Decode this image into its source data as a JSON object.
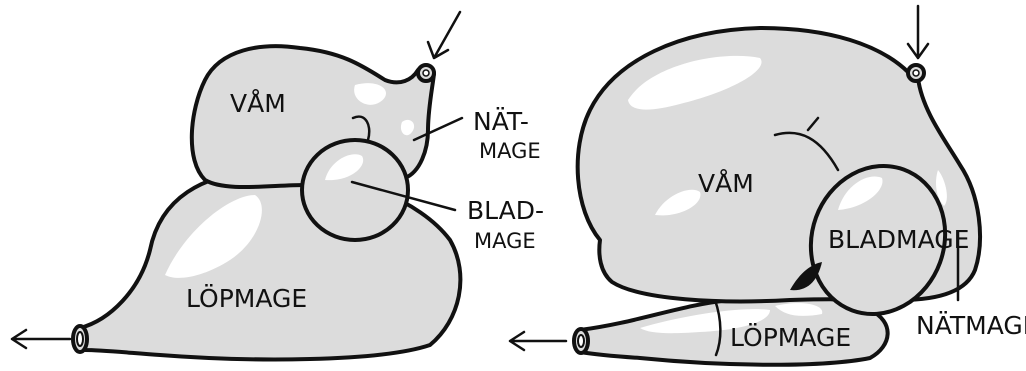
{
  "left_diagram": {
    "vam": "VÅM",
    "natmage": [
      "NÄT-",
      "MAGE"
    ],
    "bladmage": [
      "BLAD-",
      "MAGE"
    ],
    "lopmage": "LÖPMAGE"
  },
  "right_diagram": {
    "vam": "VÅM",
    "bladmage": "BLADMAGE",
    "lopmage": "LÖPMAGE",
    "natmage": "NÄTMAGE"
  }
}
